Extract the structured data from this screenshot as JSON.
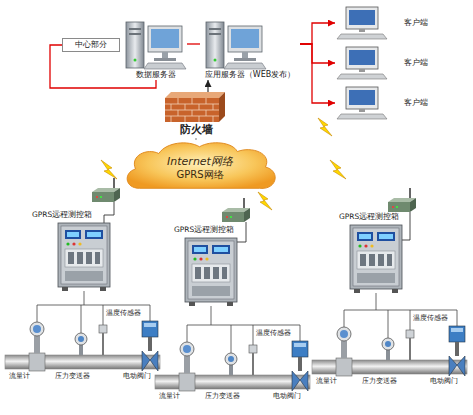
{
  "diagram": {
    "nodes": [
      {
        "text": [
          "中心部分"
        ]
      },
      {
        "text": [
          "数据服务器"
        ]
      },
      {
        "text": [
          "应用服务器（WEB发布）"
        ]
      },
      {
        "text": [
          "客户端"
        ]
      },
      {
        "text": [
          "客户端"
        ]
      },
      {
        "text": [
          "客户端"
        ]
      },
      {
        "text": [
          "防火墙"
        ]
      },
      {
        "text": [
          "Internet网络",
          "GPRS网络"
        ]
      },
      {
        "text": [
          "GPRS远程测控箱"
        ]
      },
      {
        "text": [
          "GPRS远程测控箱"
        ]
      },
      {
        "text": [
          "GPRS远程测控箱"
        ]
      }
    ],
    "edges": [
      {
        "from": 0,
        "to": 1,
        "arrow": "none"
      },
      {
        "from": 1,
        "to": 2,
        "arrow": "none"
      },
      {
        "from": 2,
        "to": 3,
        "arrow": "to"
      },
      {
        "from": 2,
        "to": 4,
        "arrow": "to"
      },
      {
        "from": 2,
        "to": 5,
        "arrow": "to"
      },
      {
        "from": 6,
        "to": 2,
        "arrow": "to"
      },
      {
        "from": 7,
        "to": 6,
        "arrow": "none"
      }
    ],
    "labels": [
      "流量计",
      "压力变送器",
      "温度传感器",
      "电动阀门",
      "流量计",
      "压力变送器",
      "温度传感器",
      "电动阀门",
      "流量计",
      "压力变送器",
      "温度传感器",
      "电动阀门"
    ]
  }
}
